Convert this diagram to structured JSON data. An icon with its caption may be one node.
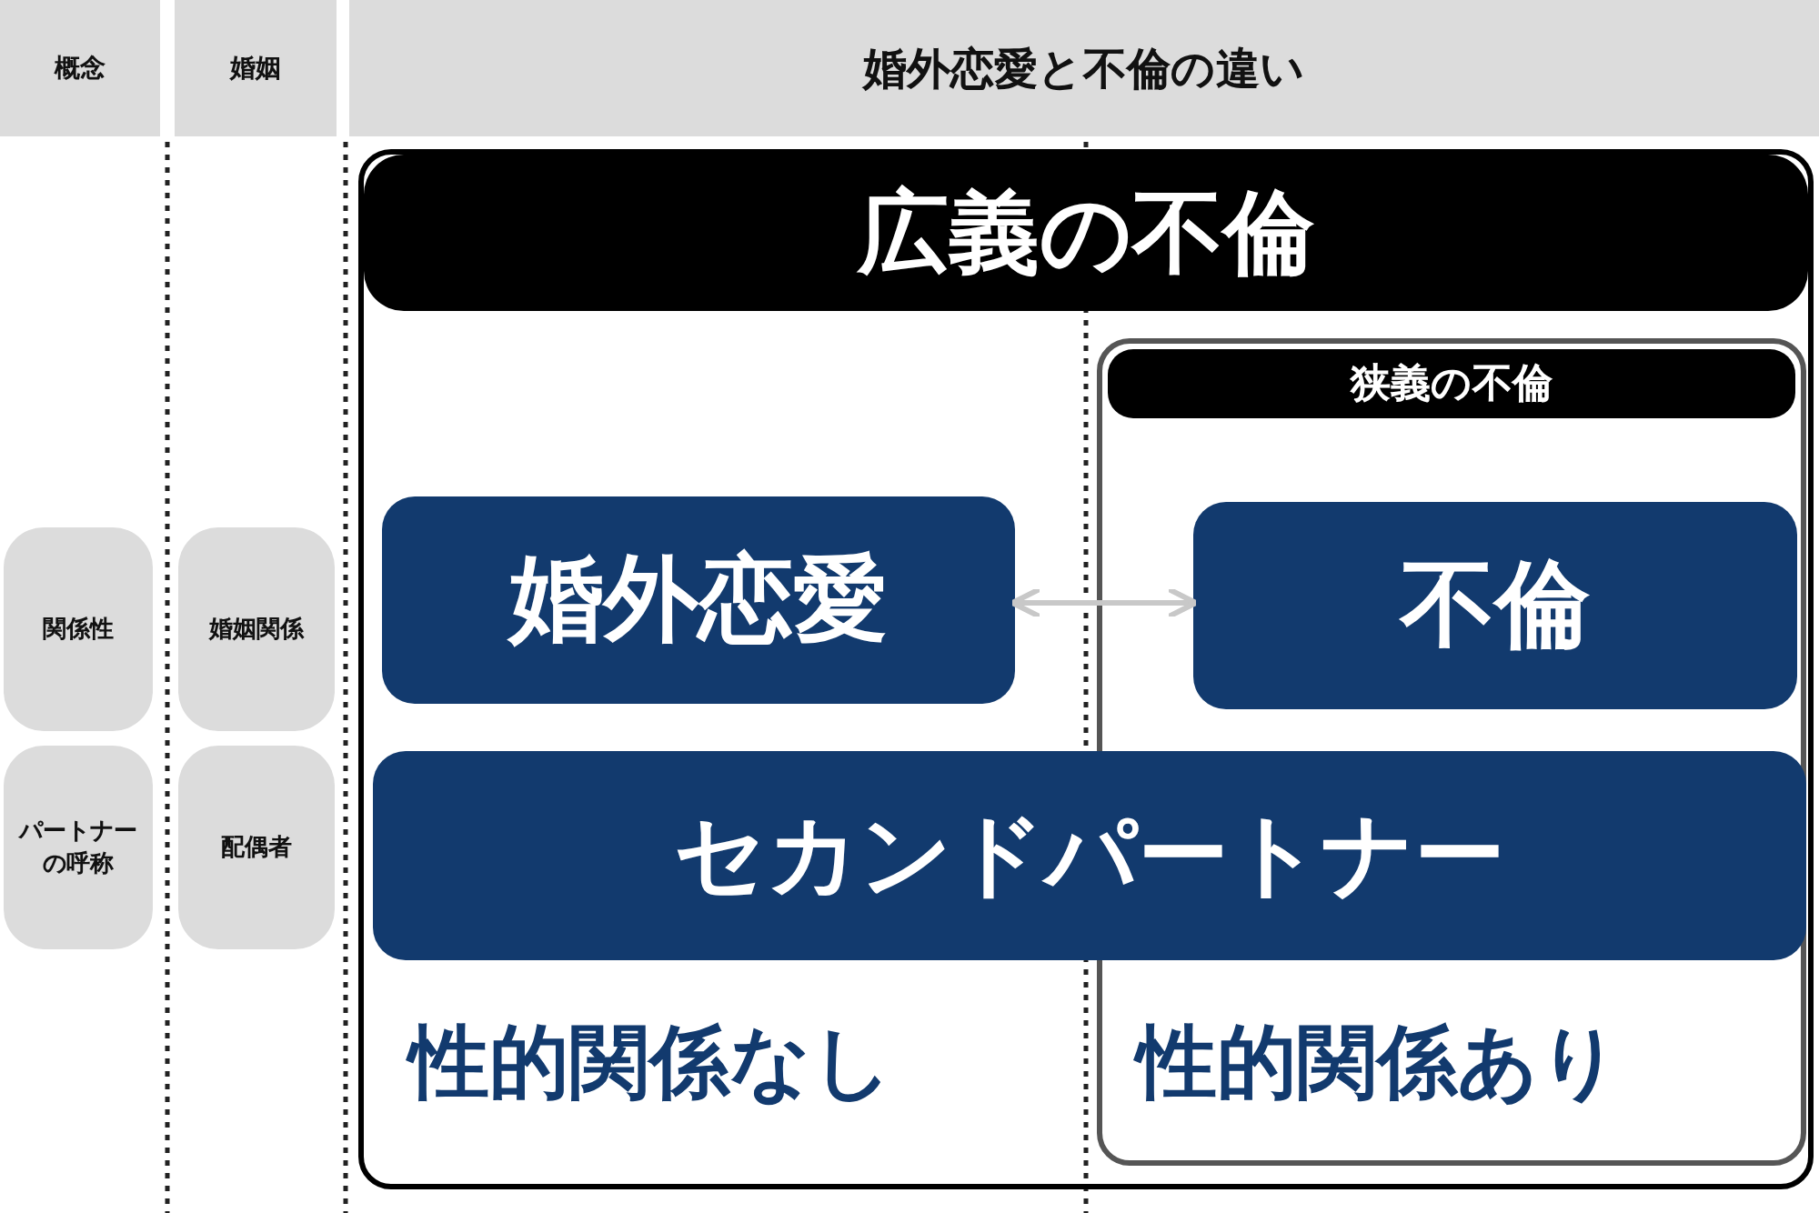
{
  "diagram": {
    "title": "婚外恋愛と不倫の違い",
    "nodes": [
      {
        "text": [
          "概念"
        ]
      },
      {
        "text": [
          "婚姻"
        ]
      },
      {
        "text": [
          "広義の不倫"
        ]
      },
      {
        "text": [
          "狭義の不倫"
        ],
        "in": 2
      },
      {
        "text": [
          "関係性"
        ]
      },
      {
        "text": [
          "婚姻関係"
        ]
      },
      {
        "text": [
          "婚外恋愛"
        ],
        "in": 2
      },
      {
        "text": [
          "不倫"
        ],
        "in": 3
      },
      {
        "text": [
          "パートナーの呼称"
        ]
      },
      {
        "text": [
          "配偶者"
        ]
      },
      {
        "text": [
          "セカンドパートナー"
        ],
        "in": 2
      }
    ],
    "edges": [
      {
        "from": 6,
        "to": 7,
        "arrow": "both",
        "color": "#c8c8c8"
      }
    ],
    "labels": [
      "性的関係なし",
      "性的関係あり"
    ]
  }
}
